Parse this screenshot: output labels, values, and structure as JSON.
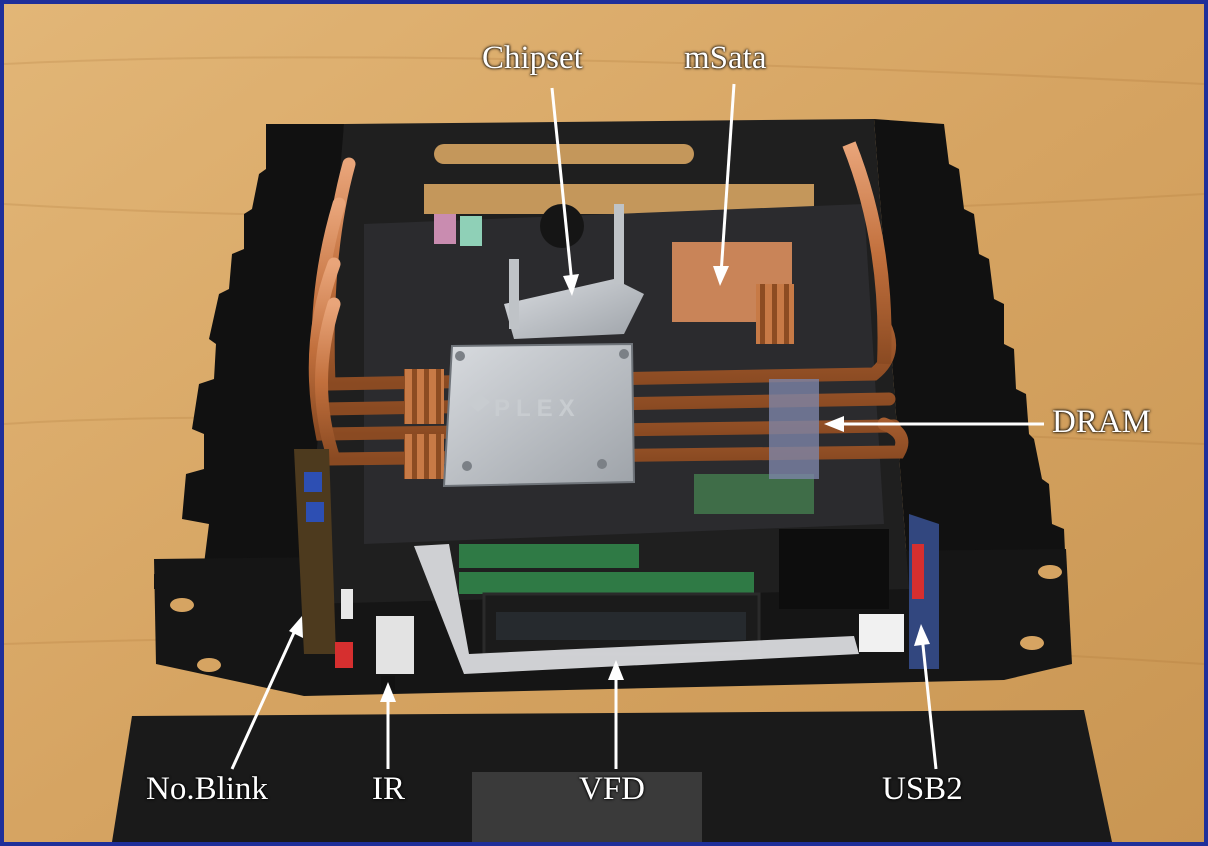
{
  "photo": {
    "subject": "fanless-pc-case-interior",
    "frame_color": "#1f2f9a",
    "background_color": "#d8a865",
    "copper_color": "#c97a45",
    "heatsink_color": "#aeb3b8"
  },
  "callouts": {
    "chipset": "Chipset",
    "msata": "mSata",
    "dram": "DRAM",
    "no_blink": "No.Blink",
    "ir": "IR",
    "vfd": "VFD",
    "usb2": "USB2"
  },
  "markings": {
    "heatsink_logo": "PLEX"
  }
}
